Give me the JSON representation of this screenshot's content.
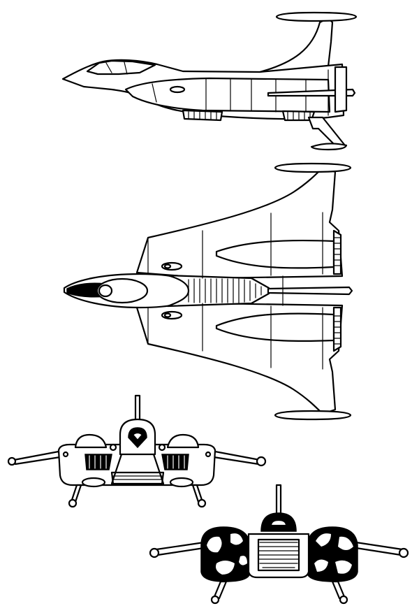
{
  "colors": {
    "ink": "#000000",
    "paper": "#ffffff"
  },
  "views": [
    {
      "id": "side-view"
    },
    {
      "id": "top-view"
    },
    {
      "id": "front-view"
    },
    {
      "id": "rear-view"
    }
  ]
}
